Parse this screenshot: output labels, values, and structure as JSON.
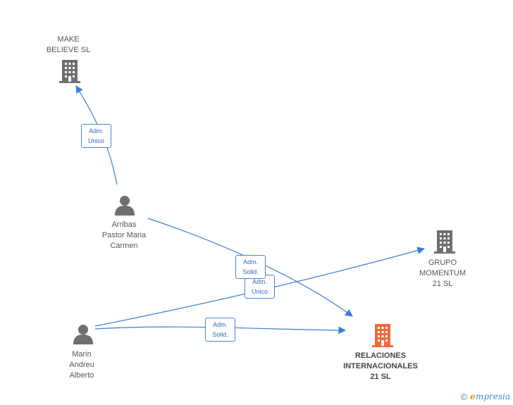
{
  "nodes": {
    "make_believe": {
      "label": "MAKE\nBELIEVE SL",
      "kind": "company"
    },
    "arribas": {
      "label": "Arribas\nPastor Maria\nCarmen",
      "kind": "person"
    },
    "grupo_momentum": {
      "label": "GRUPO\nMOMENTUM\n21 SL",
      "kind": "company"
    },
    "marin": {
      "label": "Marin\nAndreu\nAlberto",
      "kind": "person"
    },
    "relaciones": {
      "label": "RELACIONES\nINTERNACIONALES\n21 SL",
      "kind": "company",
      "highlight": true
    }
  },
  "edges": [
    {
      "from": "arribas",
      "to": "make_believe",
      "label": "Adm.\nUnico"
    },
    {
      "from": "arribas",
      "to": "relaciones",
      "label": "Adm.\nSolid."
    },
    {
      "from": "marin",
      "to": "grupo_momentum",
      "label": "Adm.\nUnico"
    },
    {
      "from": "marin",
      "to": "relaciones",
      "label": "Adm.\nSolid."
    }
  ],
  "colors": {
    "edge": "#3a7fd5",
    "company_icon": "#6f6f6f",
    "highlight_icon": "#f26b3a",
    "person_icon": "#6f6f6f"
  },
  "brand": {
    "copyright": "©",
    "initial": "e",
    "rest": "mpresia"
  },
  "icons": {
    "company": "building-icon",
    "person": "person-icon"
  }
}
